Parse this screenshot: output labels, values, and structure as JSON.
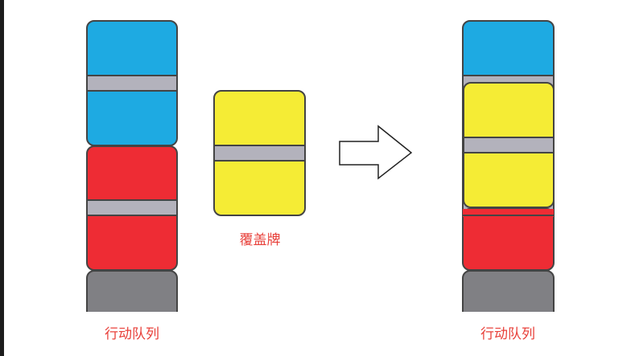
{
  "labels": {
    "left_queue": "行动队列",
    "cover_card": "覆盖牌",
    "right_queue": "行动队列"
  },
  "colors": {
    "blue": "#1eaae2",
    "red": "#ee2c34",
    "yellow": "#f5ec35",
    "band": "#b3b2bc",
    "gray": "#808084",
    "stroke": "#444444",
    "label": "#e8403a"
  }
}
